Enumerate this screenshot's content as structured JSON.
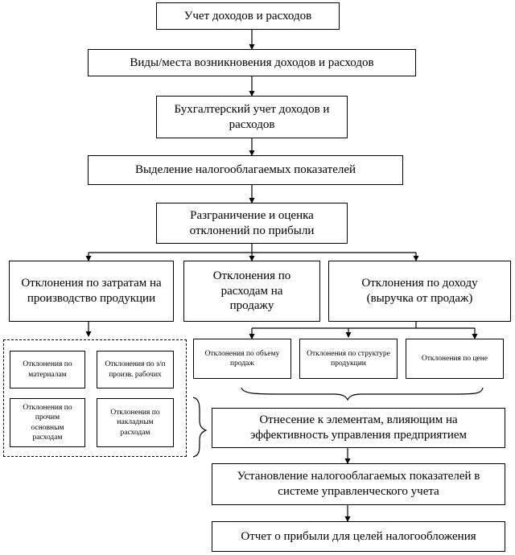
{
  "nodes": {
    "accounting": "Учет доходов и расходов",
    "types_places": "Виды/места возникновения доходов и расходов",
    "bookkeeping": "Бухгалтерский учет доходов и расходов",
    "taxable_selection": "Выделение налогооблагаемых показателей",
    "delimitation": "Разграничение и оценка отклонений по прибыли",
    "dev_production_costs": "Отклонения по затратам на производство продукции",
    "dev_sales_expenses": "Отклонения по расходам на продажу",
    "dev_income": "Отклонения по доходу (выручка от продаж)",
    "dev_materials": "Отклонения по материалам",
    "dev_wages": "Отклонения по з/п произв. рабочих",
    "dev_other_main": "Отклонения по прочим основным расходам",
    "dev_overhead": "Отклонения по накладным расходам",
    "dev_sales_volume": "Отклонения по объему продаж",
    "dev_product_structure": "Отклонения по структуре продукции",
    "dev_price": "Отклонения по цене",
    "attribution": "Отнесение к элементам, влияющим на эффективность управления предприятием",
    "establish_taxable": "Установление налогооблагаемых показателей в системе управленческого учета",
    "profit_report": "Отчет о прибыли для целей налогообложения"
  }
}
